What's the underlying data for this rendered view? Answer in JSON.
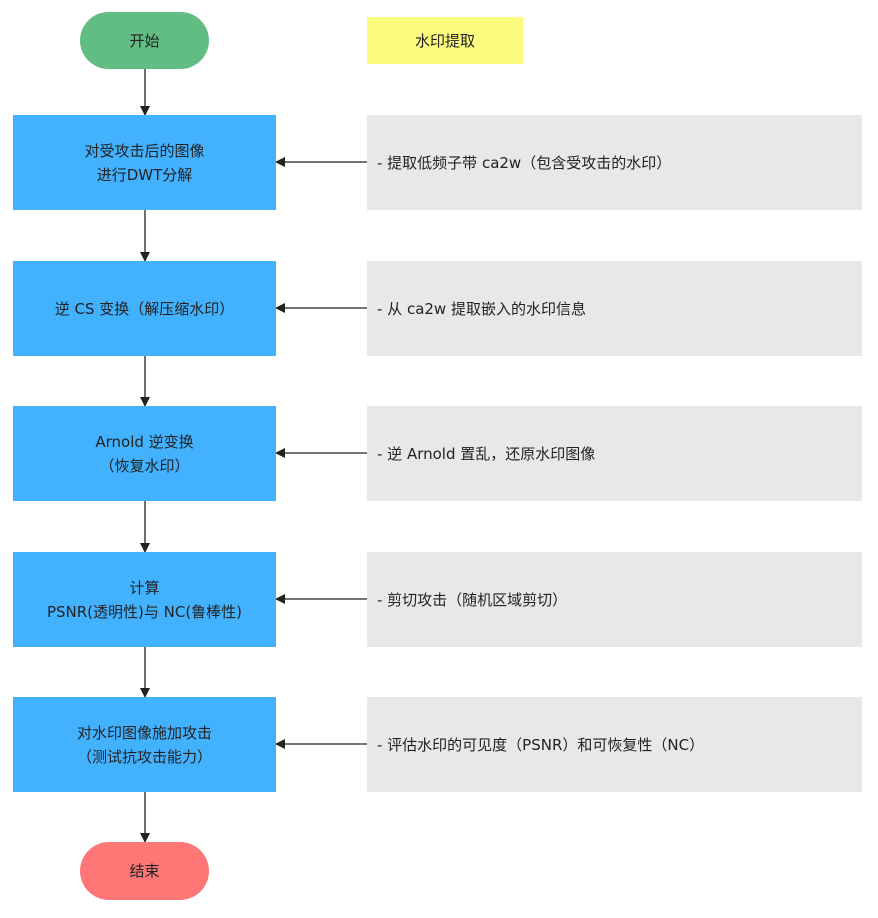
{
  "title_box": "水印提取",
  "start": "开始",
  "end": "结束",
  "steps": [
    {
      "line1": "对受攻击后的图像",
      "line2": "进行DWT分解"
    },
    {
      "line1": "逆 CS 变换（解压缩水印）",
      "line2": ""
    },
    {
      "line1": "Arnold 逆变换",
      "line2": "（恢复水印）"
    },
    {
      "line1": "计算",
      "line2": "PSNR(透明性)与 NC(鲁棒性)"
    },
    {
      "line1": "对水印图像施加攻击",
      "line2": "（测试抗攻击能力）"
    }
  ],
  "notes": [
    "- 提取低频子带 ca2w（包含受攻击的水印）",
    "- 从 ca2w 提取嵌入的水印信息",
    "- 逆 Arnold 置乱，还原水印图像",
    "- 剪切攻击（随机区域剪切）",
    "- 评估水印的可见度（PSNR）和可恢复性（NC）"
  ],
  "colors": {
    "start": "#62bd83",
    "end": "#ff7676",
    "step": "#42b1fe",
    "note": "#e8e8e8",
    "legend": "#fbfb80",
    "edge": "#222222"
  }
}
